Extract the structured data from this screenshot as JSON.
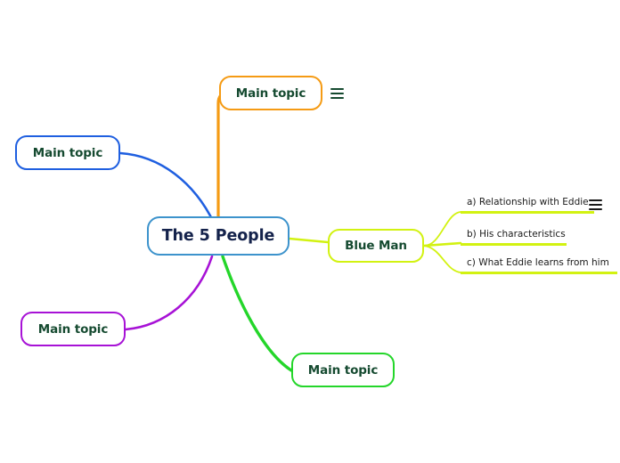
{
  "diagram": {
    "type": "mind-map",
    "background_color": "#ffffff",
    "central": {
      "label": "The 5 People",
      "color": "#3d93cc",
      "text_color": "#14224b"
    },
    "branches": [
      {
        "id": "orange",
        "label": "Main topic",
        "color": "#f59b14",
        "direction": "top",
        "has_menu_icon": true,
        "menu_icon": "hamburger-icon"
      },
      {
        "id": "blue",
        "label": "Main topic",
        "color": "#1f5fe0",
        "direction": "top-left",
        "has_menu_icon": false
      },
      {
        "id": "purple",
        "label": "Main topic",
        "color": "#a712d6",
        "direction": "bottom-left",
        "has_menu_icon": false
      },
      {
        "id": "green",
        "label": "Main topic",
        "color": "#24d62a",
        "direction": "bottom",
        "has_menu_icon": false
      },
      {
        "id": "blueman",
        "label": "Blue Man",
        "color": "#d2f211",
        "direction": "right",
        "has_menu_icon": false,
        "children": [
          {
            "id": "leaf-a",
            "label": "a) Relationship with Eddie",
            "color": "#d2f211",
            "has_menu_icon": true,
            "menu_icon": "hamburger-icon"
          },
          {
            "id": "leaf-b",
            "label": "b) His characteristics",
            "color": "#d2f211",
            "has_menu_icon": false
          },
          {
            "id": "leaf-c",
            "label": "c) What Eddie learns from him",
            "color": "#d2f211",
            "has_menu_icon": false
          }
        ]
      }
    ]
  }
}
